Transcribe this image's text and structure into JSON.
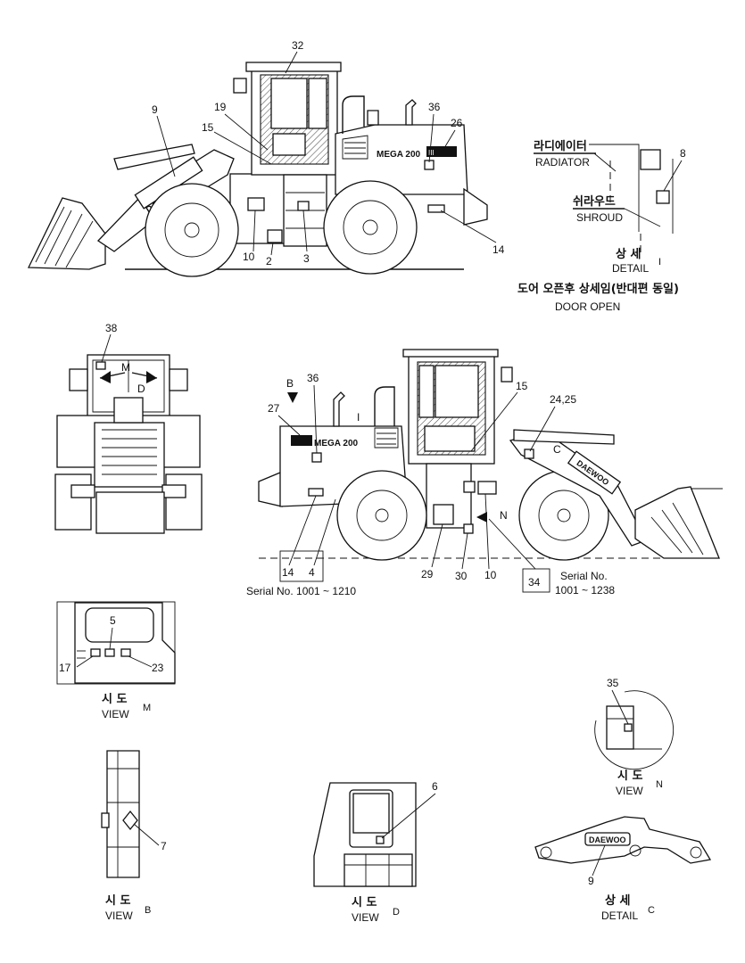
{
  "labels": {
    "l32": "32",
    "l9a": "9",
    "l19": "19",
    "l15a": "15",
    "l36a": "36",
    "l26": "26",
    "l10a": "10",
    "l2": "2",
    "l3": "3",
    "l14a": "14",
    "l8": "8",
    "l38": "38",
    "M_mark": "M",
    "D_mark": "D",
    "B_mark": "B",
    "l36b": "36",
    "l27": "27",
    "l15b": "15",
    "l2425": "24,25",
    "C_mark": "C",
    "N_mark": "N",
    "I_mark": "I",
    "l14b": "14",
    "l4": "4",
    "l29": "29",
    "l30": "30",
    "l10b": "10",
    "l34": "34",
    "l5": "5",
    "l17": "17",
    "l23": "23",
    "l35": "35",
    "l7": "7",
    "l6": "6",
    "l9b": "9"
  },
  "notes": {
    "serial_left": "Serial No. 1001 ~ 1210",
    "serial_right_1": "Serial No.",
    "serial_right_2": "1001 ~ 1238"
  },
  "decals": {
    "model_text": "MEGA 200",
    "model_suffix": "III",
    "brand": "DAEWOO"
  },
  "detail_i": {
    "radiator_ko": "라디에이터",
    "radiator_en": "RADIATOR",
    "shroud_ko": "쉬라우드",
    "shroud_en": "SHROUD",
    "title_ko": "상 세",
    "title_en": "DETAIL",
    "title_letter": "I",
    "door_open_ko": "도어 오픈후 상세임(반대편 동일)",
    "door_open_en": "DOOR OPEN"
  },
  "views": {
    "M": {
      "ko": "시 도",
      "en": "VIEW",
      "letter": "M"
    },
    "N": {
      "ko": "시 도",
      "en": "VIEW",
      "letter": "N"
    },
    "B": {
      "ko": "시 도",
      "en": "VIEW",
      "letter": "B"
    },
    "D": {
      "ko": "시 도",
      "en": "VIEW",
      "letter": "D"
    },
    "C": {
      "ko": "상 세",
      "en": "DETAIL",
      "letter": "C"
    }
  }
}
